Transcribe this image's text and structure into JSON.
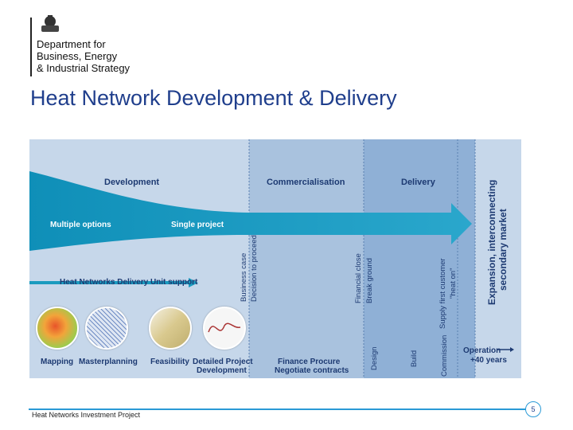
{
  "logo": {
    "line1": "Department for",
    "line2": "Business, Energy",
    "line3": "& Industrial Strategy"
  },
  "title": "Heat Network Development & Delivery",
  "diagram": {
    "phases": {
      "development": "Development",
      "commercialisation": "Commercialisation",
      "delivery": "Delivery"
    },
    "arrow": {
      "multiple_options": "Multiple options",
      "single_project": "Single project"
    },
    "support": "Heat Networks Delivery Unit support",
    "milestones": {
      "business_case": "Business case",
      "decision": "Decision to proceed",
      "financial_close": "Financial close",
      "break_ground": "Break ground",
      "supply_first": "Supply first customer",
      "heat_on": "\"heat on\"",
      "expansion": "Expansion, interconnecting",
      "secondary_market": "secondary market",
      "design": "Design",
      "build": "Build",
      "commission": "Commission"
    },
    "stages": {
      "mapping": "Mapping",
      "masterplanning": "Masterplanning",
      "feasibility": "Feasibility",
      "detailed_project_1": "Detailed Project",
      "detailed_project_2": "Development",
      "finance_1": "Finance Procure",
      "finance_2": "Negotiate contracts",
      "operation_1": "Operation",
      "operation_2": "+40 years"
    },
    "colors": {
      "background": "#c6d7ea",
      "commercial_band": "#a9c2de",
      "delivery_band": "#8fb0d6",
      "arrow": "#1a9bbf"
    }
  },
  "footer": {
    "text": "Heat Networks Investment Project",
    "page": "5"
  }
}
